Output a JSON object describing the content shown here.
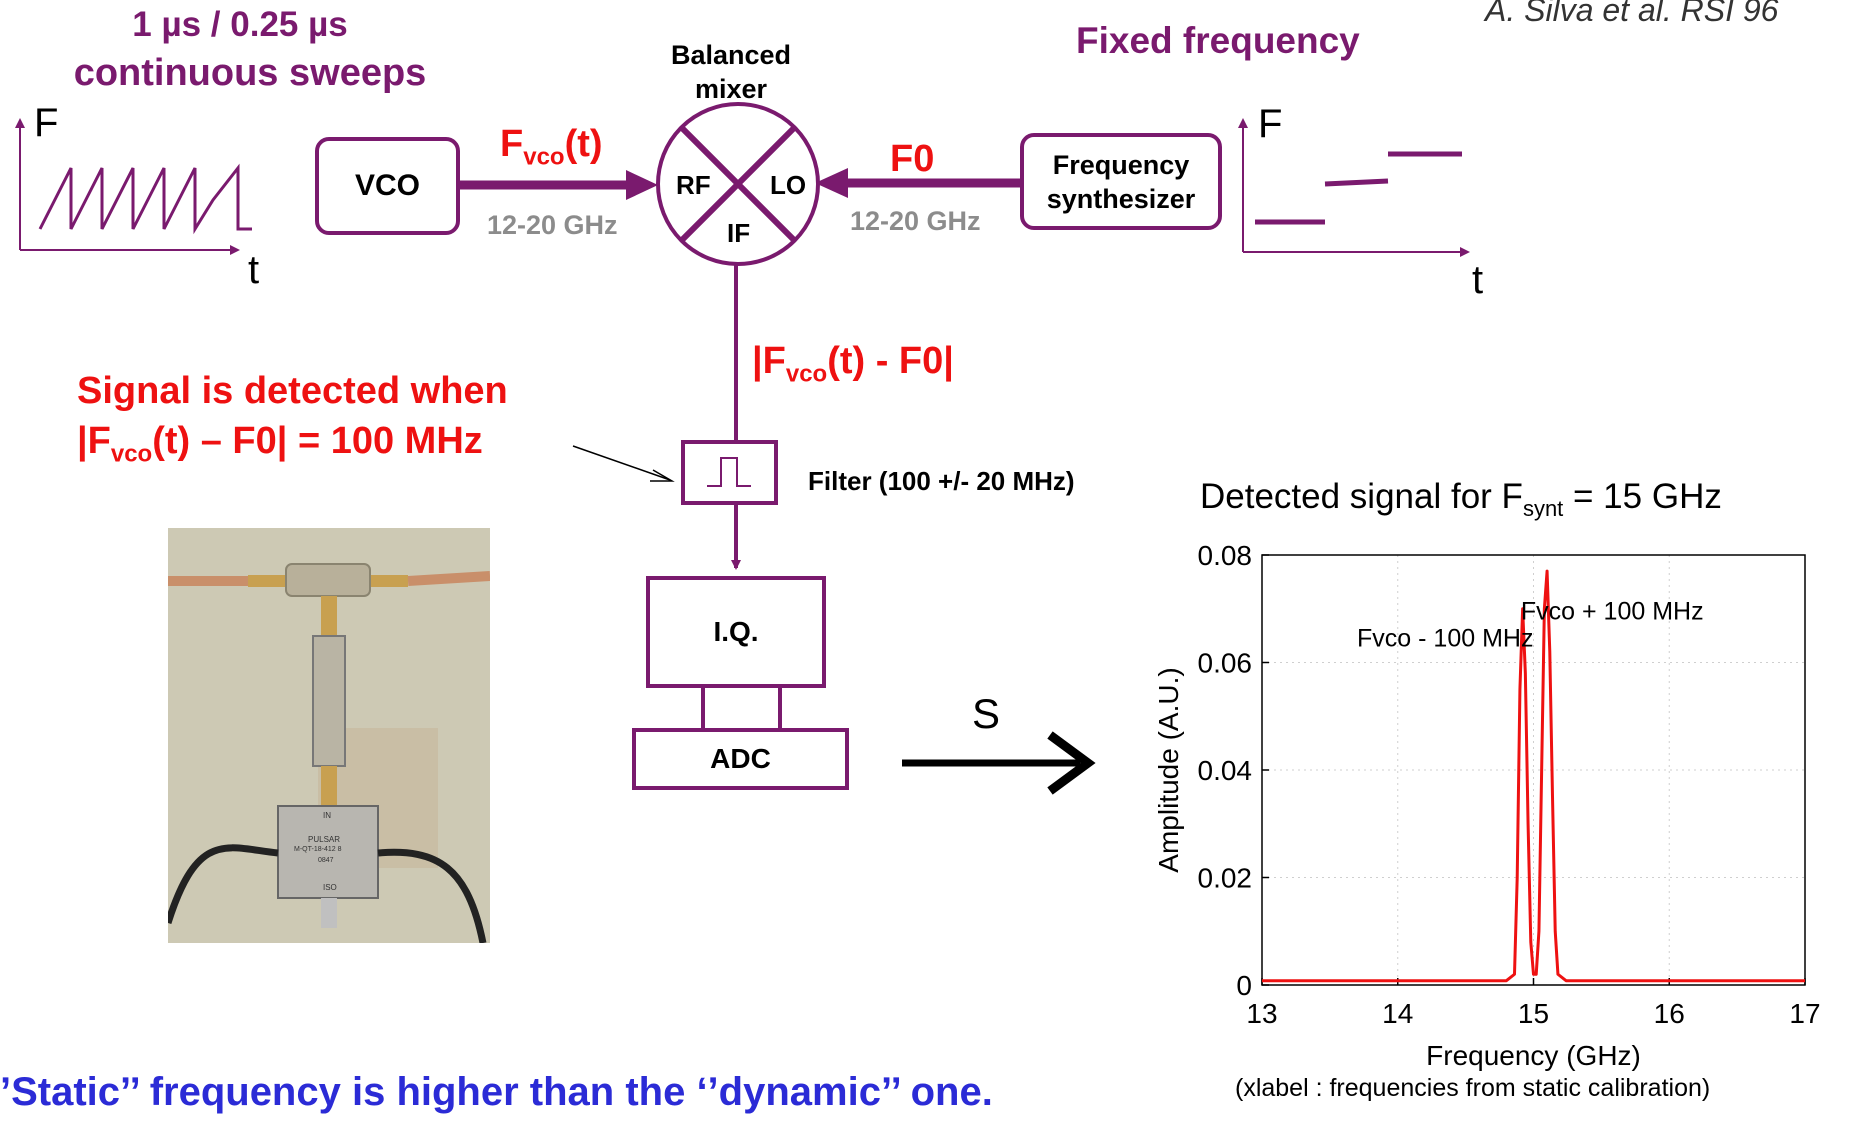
{
  "citation": "A. Silva et al. RSI 96",
  "left_sweep": {
    "title_line1": "1 µs / 0.25 µs",
    "title_line2": "continuous sweeps",
    "axis_f": "F",
    "axis_t": "t"
  },
  "right_fixed": {
    "title": "Fixed frequency",
    "axis_f": "F",
    "axis_t": "t"
  },
  "mixer": {
    "label_line1": "Balanced",
    "label_line2": "mixer",
    "port_rf": "RF",
    "port_lo": "LO",
    "port_if": "IF"
  },
  "vco": {
    "label": "VCO"
  },
  "synth": {
    "label_line1": "Frequency",
    "label_line2": "synthesizer"
  },
  "fvco_signal": {
    "main": "F",
    "sub": "vco",
    "suffix": "(t)",
    "band": "12-20 GHz"
  },
  "f0_signal": {
    "label": "F0",
    "band": "12-20 GHz"
  },
  "if_signal": {
    "prefix": "|F",
    "sub": "vco",
    "suffix": "(t) - F0|"
  },
  "detection_note": {
    "line1": "Signal is detected when",
    "line2_prefix": "|F",
    "line2_sub": "vco",
    "line2_suffix": "(t) – F0| = 100 MHz"
  },
  "filter": {
    "label": "Filter (100 +/- 20 MHz)"
  },
  "iq": {
    "label": "I.Q."
  },
  "adc": {
    "label": "ADC"
  },
  "s_arrow": {
    "label": "S"
  },
  "photo_labels": {
    "in": "IN",
    "brand": "PULSAR",
    "model": "M-QT-18-412 8",
    "num": "0847",
    "iso": "ISO"
  },
  "bottom_note": "’Static’’ frequency is higher than the ‘’dynamic’’ one.",
  "chart_caption": "(xlabel : frequencies from static calibration)",
  "chart_data": {
    "type": "line",
    "title_prefix": "Detected signal for F",
    "title_sub": "synt",
    "title_suffix": " = 15 GHz",
    "xlabel": "Frequency (GHz)",
    "ylabel": "Amplitude (A.U.)",
    "xlim": [
      13,
      17
    ],
    "ylim": [
      0,
      0.08
    ],
    "xticks": [
      "13",
      "14",
      "15",
      "16",
      "17"
    ],
    "yticks": [
      "0",
      "0.02",
      "0.04",
      "0.06",
      "0.08"
    ],
    "grid": true,
    "color": "#ee1111",
    "annotations": [
      {
        "text": "Fvco - 100 MHz",
        "x": 14.35,
        "y": 0.063
      },
      {
        "text": "Fvco + 100 MHz",
        "x": 15.58,
        "y": 0.068
      }
    ],
    "x": [
      13.0,
      13.5,
      14.0,
      14.5,
      14.8,
      14.86,
      14.88,
      14.9,
      14.92,
      14.94,
      14.96,
      14.98,
      15.0,
      15.02,
      15.04,
      15.06,
      15.08,
      15.1,
      15.12,
      15.14,
      15.16,
      15.18,
      15.24,
      15.5,
      16.0,
      16.5,
      17.0
    ],
    "y": [
      0.0008,
      0.0008,
      0.0008,
      0.0008,
      0.0008,
      0.002,
      0.02,
      0.055,
      0.07,
      0.058,
      0.03,
      0.008,
      0.002,
      0.002,
      0.01,
      0.04,
      0.07,
      0.077,
      0.062,
      0.035,
      0.01,
      0.002,
      0.0008,
      0.0008,
      0.0008,
      0.0008,
      0.0008
    ]
  }
}
